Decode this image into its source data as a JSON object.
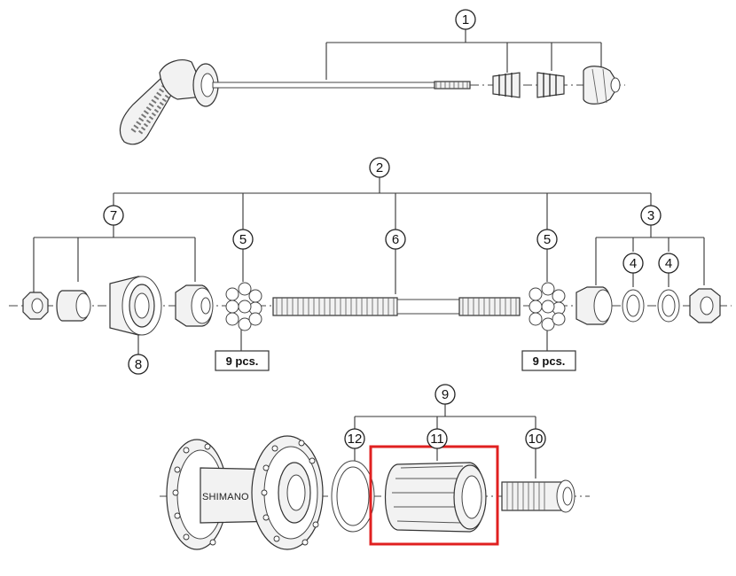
{
  "callouts": {
    "c1": "1",
    "c2": "2",
    "c3": "3",
    "c4a": "4",
    "c4b": "4",
    "c5a": "5",
    "c5b": "5",
    "c6": "6",
    "c7": "7",
    "c8": "8",
    "c9": "9",
    "c10": "10",
    "c11": "11",
    "c12": "12"
  },
  "quantity_labels": {
    "left": "9 pcs.",
    "right": "9 pcs."
  },
  "hub_brand": "SHIMANO",
  "highlight": {
    "color": "#e02020",
    "target_part": "11"
  }
}
